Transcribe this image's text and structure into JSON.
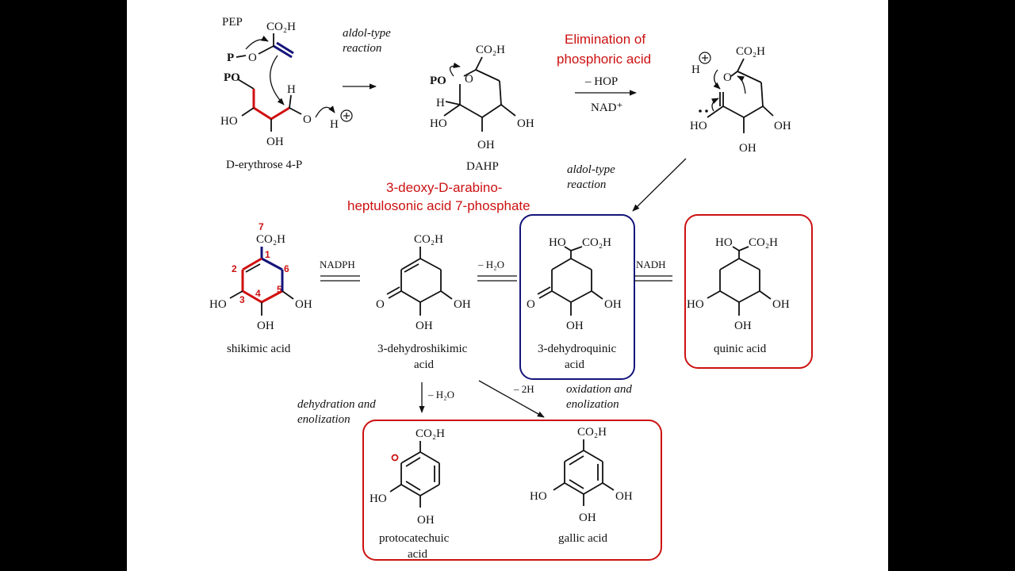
{
  "labels": {
    "pep": "PEP",
    "co2h": "CO₂H",
    "p": "P",
    "o": "O",
    "po": "PO",
    "h": "H",
    "ho": "HO",
    "oh": "OH",
    "d_erythrose": "D-erythrose 4-P",
    "aldol1_line1": "aldol-type",
    "aldol1_line2": "reaction",
    "dahp": "DAHP",
    "elimination_line1": "Elimination  of",
    "elimination_line2": "phosphoric  acid",
    "minus_hop": "– HOP",
    "nad_plus": "NAD⁺",
    "aldol2_line1": "aldol-type",
    "aldol2_line2": "reaction",
    "dahp_name_line1": "3-deoxy-D-arabino-",
    "dahp_name_line2": "heptulosonic  acid 7-phosphate",
    "nadph": "NADPH",
    "minus_h2o": "– H₂O",
    "nadh": "NADH",
    "shikimic": "shikimic acid",
    "dehydroshikimic_line1": "3-dehydroshikimic",
    "dehydroshikimic_line2": "acid",
    "dehydroquinic_line1": "3-dehydroquinic",
    "dehydroquinic_line2": "acid",
    "quinic": "quinic acid",
    "dehydration_line1": "dehydration and",
    "dehydration_line2": "enolization",
    "minus_h2o_down": "– H₂O",
    "minus_2h": "– 2H",
    "oxidation_line1": "oxidation and",
    "oxidation_line2": "enolization",
    "protocatechuic_line1": "protocatechuic",
    "protocatechuic_line2": "acid",
    "gallic": "gallic acid",
    "n1": "1",
    "n2": "2",
    "n3": "3",
    "n4": "4",
    "n5": "5",
    "n6": "6",
    "n7": "7"
  },
  "colors": {
    "highlight_red": "#cc1111",
    "box_blue": "#14147a",
    "background": "#000000"
  }
}
